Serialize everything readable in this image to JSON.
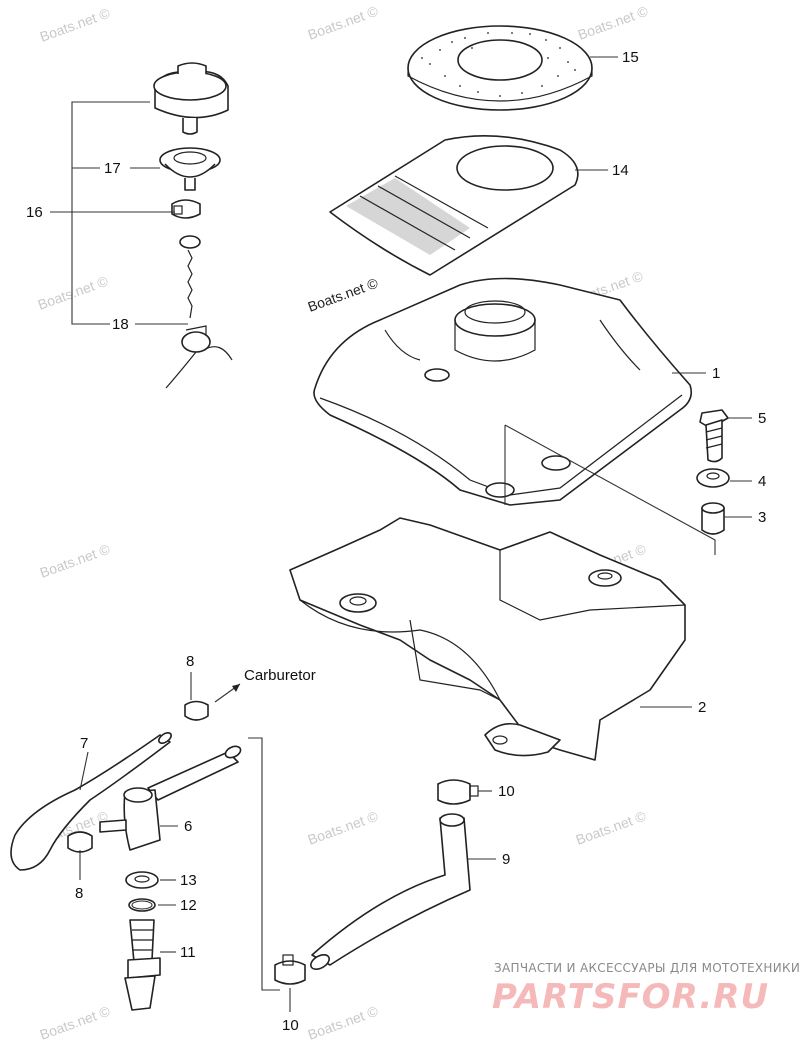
{
  "watermarks": [
    "Boats.net ©",
    "Boats.net ©",
    "Boats.net ©",
    "Boats.net ©",
    "Boats.net ©",
    "Boats.net ©",
    "Boats.net ©",
    "Boats.net ©",
    "Boats.net ©",
    "Boats.net ©",
    "Boats.net ©",
    "Boats.net ©",
    "Boats.net ©"
  ],
  "center_watermark": "Boats.net ©",
  "labels": {
    "p1": "1",
    "p2": "2",
    "p3": "3",
    "p4": "4",
    "p5": "5",
    "p6": "6",
    "p7": "7",
    "p8a": "8",
    "p8b": "8",
    "p9": "9",
    "p10a": "10",
    "p10b": "10",
    "p11": "11",
    "p12": "12",
    "p13": "13",
    "p14": "14",
    "p15": "15",
    "p16": "16",
    "p17": "17",
    "p18": "18"
  },
  "carburetor_label": "Carburetor",
  "branding": {
    "tagline": "ЗАПЧАСТИ И АКСЕССУАРЫ ДЛЯ МОТОТЕХНИКИ",
    "logo": "PARTSFOR.RU"
  },
  "colors": {
    "line": "#222222",
    "watermark": "#c9c9c9",
    "logo": "#f6b9b9"
  }
}
